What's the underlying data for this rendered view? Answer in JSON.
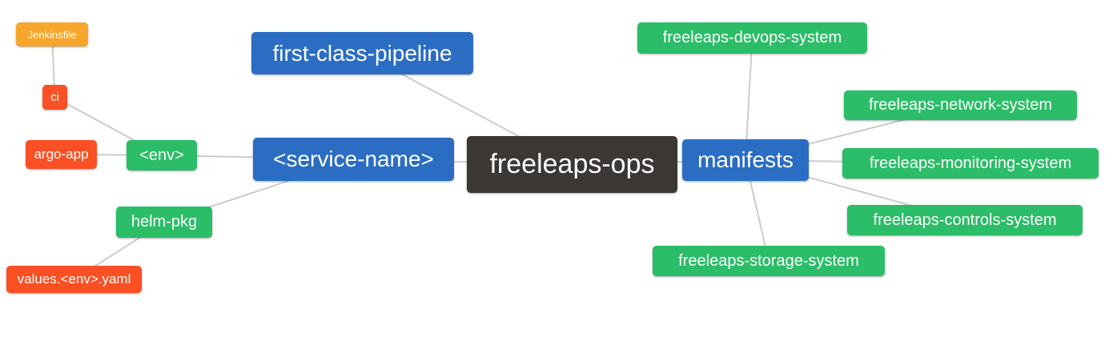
{
  "diagram": {
    "type": "mindmap",
    "root_label": "freeleaps-ops",
    "colors": {
      "blue": "#2A6DC3",
      "green": "#2BBD67",
      "red": "#FA5023",
      "orange": "#F7A62B",
      "dark": "#3B3735",
      "edge": "#CCCCCC",
      "text": "#FFFFFF",
      "background": "#FFFFFF"
    },
    "nodes": [
      {
        "id": "jenkinsfile",
        "label": "Jenkinsfile",
        "color": "orange"
      },
      {
        "id": "ci",
        "label": "ci",
        "color": "red"
      },
      {
        "id": "argo-app",
        "label": "argo-app",
        "color": "red"
      },
      {
        "id": "env",
        "label": "<env>",
        "color": "green"
      },
      {
        "id": "first-class-pipeline",
        "label": "first-class-pipeline",
        "color": "blue"
      },
      {
        "id": "service-name",
        "label": "<service-name>",
        "color": "blue"
      },
      {
        "id": "freeleaps-ops",
        "label": "freeleaps-ops",
        "color": "dark"
      },
      {
        "id": "manifests",
        "label": "manifests",
        "color": "blue"
      },
      {
        "id": "freeleaps-devops-system",
        "label": "freeleaps-devops-system",
        "color": "green"
      },
      {
        "id": "freeleaps-network-system",
        "label": "freeleaps-network-system",
        "color": "green"
      },
      {
        "id": "freeleaps-monitoring-system",
        "label": "freeleaps-monitoring-system",
        "color": "green"
      },
      {
        "id": "freeleaps-controls-system",
        "label": "freeleaps-controls-system",
        "color": "green"
      },
      {
        "id": "freeleaps-storage-system",
        "label": "freeleaps-storage-system",
        "color": "green"
      },
      {
        "id": "helm-pkg",
        "label": "helm-pkg",
        "color": "green"
      },
      {
        "id": "values-env-yaml",
        "label": "values.<env>.yaml",
        "color": "red"
      }
    ],
    "edges": [
      [
        "jenkinsfile",
        "ci"
      ],
      [
        "ci",
        "env"
      ],
      [
        "argo-app",
        "env"
      ],
      [
        "env",
        "service-name"
      ],
      [
        "service-name",
        "helm-pkg"
      ],
      [
        "helm-pkg",
        "values-env-yaml"
      ],
      [
        "service-name",
        "freeleaps-ops"
      ],
      [
        "first-class-pipeline",
        "freeleaps-ops"
      ],
      [
        "freeleaps-ops",
        "manifests"
      ],
      [
        "manifests",
        "freeleaps-devops-system"
      ],
      [
        "manifests",
        "freeleaps-network-system"
      ],
      [
        "manifests",
        "freeleaps-monitoring-system"
      ],
      [
        "manifests",
        "freeleaps-controls-system"
      ],
      [
        "manifests",
        "freeleaps-storage-system"
      ]
    ]
  }
}
